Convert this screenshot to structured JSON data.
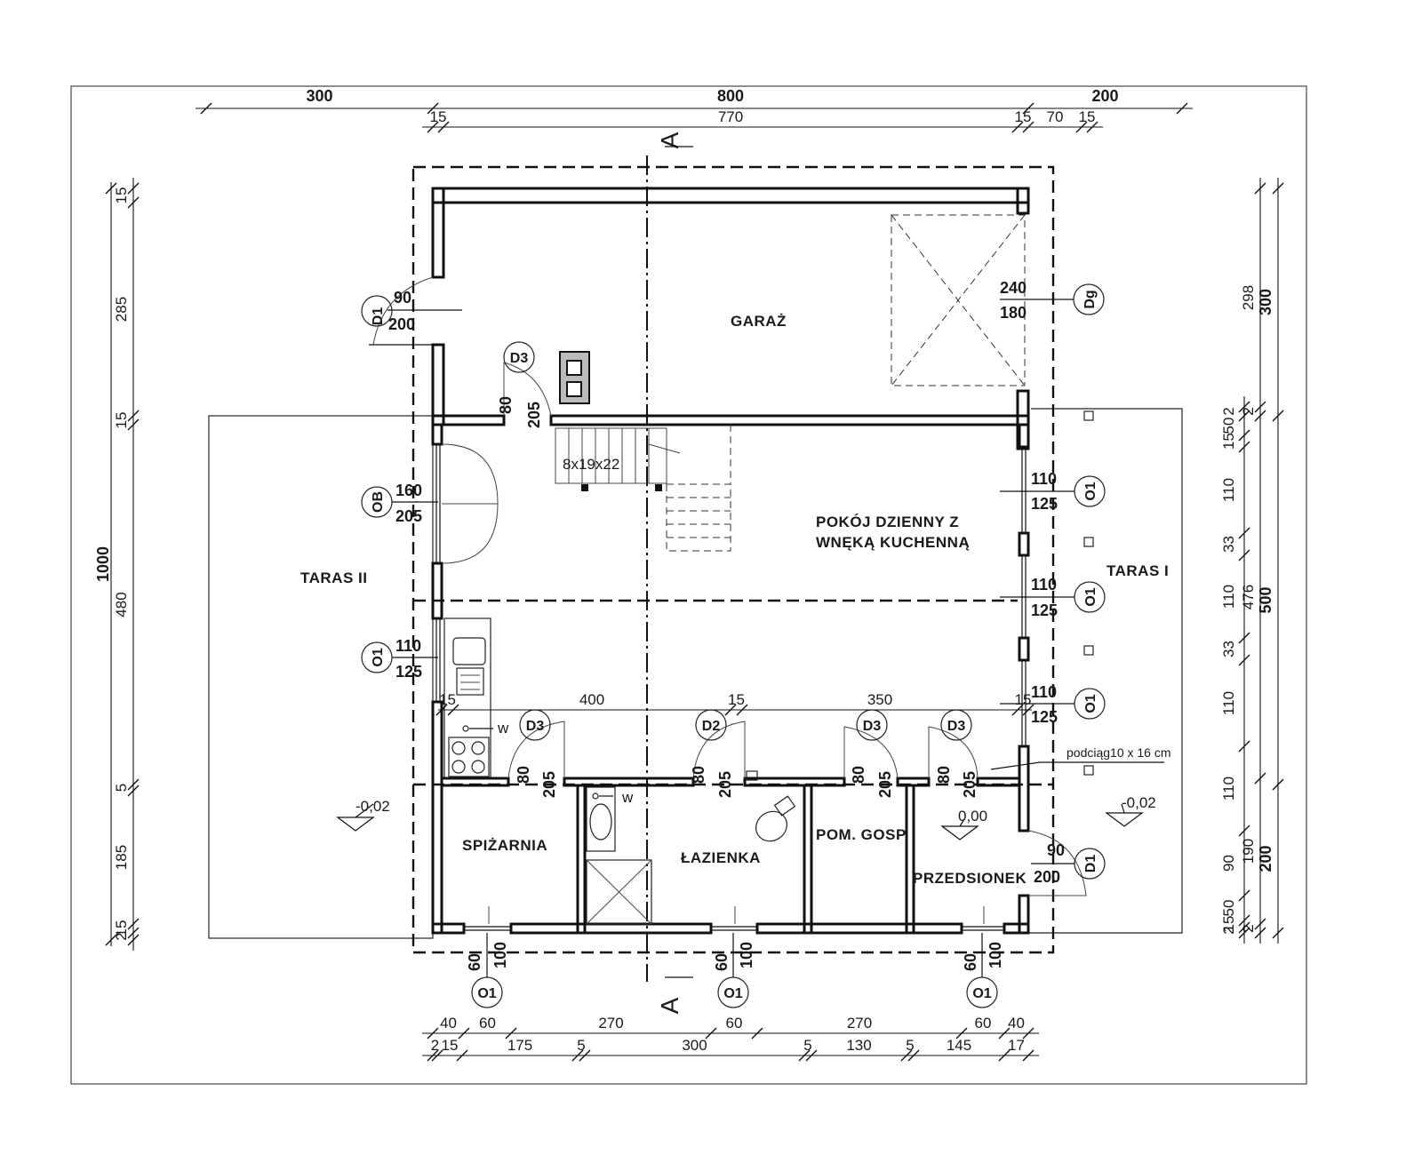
{
  "rooms": {
    "garage": "GARAŻ",
    "living_line1": "POKÓJ DZIENNY Z",
    "living_line2": "WNĘKĄ KUCHENNĄ",
    "terrace_2": "TARAS II",
    "terrace_1": "TARAS I",
    "pantry": "SPIŻARNIA",
    "bathroom": "ŁAZIENKA",
    "utility": "POM. GOSP.",
    "vestibule": "PRZEDSIONEK"
  },
  "labels": {
    "stairs": "8x19x22",
    "beam": "podciąg10 x 16 cm",
    "level_left": "-0,02",
    "level_right": "-0,02",
    "level_floor": "0,00",
    "section_top": "A",
    "section_bottom": "A",
    "w_kitchen": "w",
    "w_bath": "w"
  },
  "tags": {
    "d1_top": {
      "code": "D1",
      "w": "90",
      "h": "200"
    },
    "dg": {
      "code": "Dg",
      "w": "240",
      "h": "180"
    },
    "d3_garage": {
      "code": "D3",
      "w": "80",
      "h": "205"
    },
    "ob": {
      "code": "OB",
      "w": "160",
      "h": "205"
    },
    "o1_left": {
      "code": "O1",
      "w": "110",
      "h": "125"
    },
    "o1_right_1": {
      "code": "O1",
      "w": "110",
      "h": "125"
    },
    "o1_right_2": {
      "code": "O1",
      "w": "110",
      "h": "125"
    },
    "o1_right_3": {
      "code": "O1",
      "w": "110",
      "h": "125"
    },
    "d1_right": {
      "code": "D1",
      "w": "90",
      "h": "200"
    },
    "d3_pantry": {
      "code": "D3",
      "w": "80",
      "h": "205"
    },
    "d2_bath": {
      "code": "D2",
      "w": "80",
      "h": "205"
    },
    "d3_utility": {
      "code": "D3",
      "w": "80",
      "h": "205"
    },
    "d3_vest": {
      "code": "D3",
      "w": "80",
      "h": "205"
    },
    "o1_bottom_1": {
      "code": "O1",
      "w": "60",
      "h": "100"
    },
    "o1_bottom_2": {
      "code": "O1",
      "w": "60",
      "h": "100"
    },
    "o1_bottom_3": {
      "code": "O1",
      "w": "60",
      "h": "100"
    }
  },
  "dims": {
    "top_total": [
      "300",
      "800",
      "200"
    ],
    "top_detail": [
      "15",
      "770",
      "15",
      "70",
      "15"
    ],
    "left_outer": "1000",
    "left_detail": [
      "15",
      "285",
      "15",
      "480",
      "5",
      "185",
      "15",
      "2"
    ],
    "right_outer": [
      "300",
      "500",
      "200"
    ],
    "right_mid": [
      "298",
      "2",
      "476",
      "190",
      "2"
    ],
    "right_inner": [
      "2",
      "50",
      "15",
      "110",
      "33",
      "110",
      "33",
      "110",
      "110",
      "90",
      "50",
      "15",
      "2"
    ],
    "interior": [
      "400",
      "15",
      "350",
      "15",
      "15"
    ],
    "bottom_row1": [
      "40",
      "60",
      "270",
      "60",
      "270",
      "60",
      "40"
    ],
    "bottom_row2": [
      "2",
      "15",
      "175",
      "5",
      "300",
      "5",
      "130",
      "5",
      "145",
      "17"
    ]
  }
}
